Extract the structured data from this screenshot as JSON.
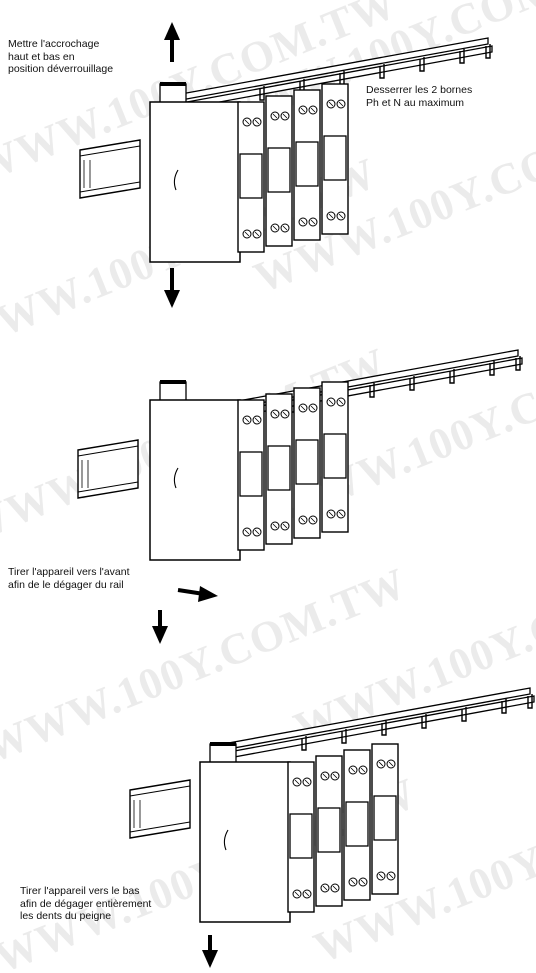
{
  "steps": [
    {
      "caption_lines": [
        "Mettre l'accrochage",
        "haut et bas en",
        "position déverrouillage"
      ]
    },
    {
      "caption_lines": [
        "Tirer l'appareil vers l'avant",
        "afin de le dégager du rail"
      ]
    },
    {
      "caption_lines": [
        "Tirer l'appareil vers le bas",
        "afin de dégager entièrement",
        "les dents du peigne"
      ]
    }
  ],
  "note_lines": [
    "Desserrer les 2 bornes",
    "Ph et N au maximum"
  ],
  "watermark": "WWW.100Y.COM.TW",
  "colors": {
    "line": "#000000",
    "fill": "#ffffff",
    "shade": "#d9d9d9",
    "watermark": "#ebebeb"
  }
}
